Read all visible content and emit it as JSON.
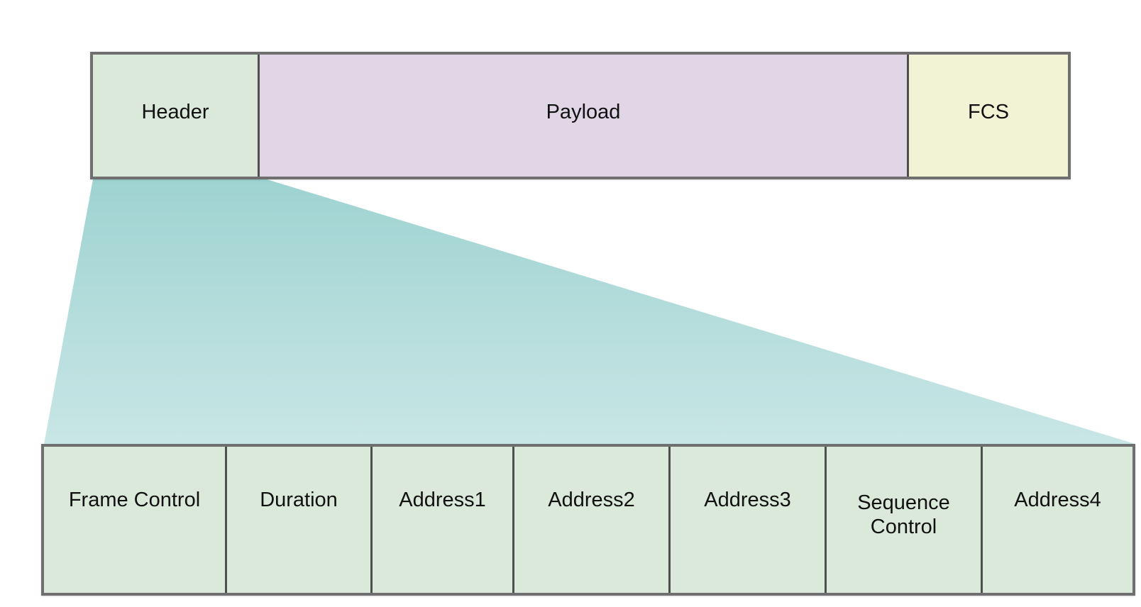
{
  "frame": {
    "fields": [
      {
        "label": "Header",
        "color": "#dbe9da"
      },
      {
        "label": "Payload",
        "color": "#e1d6e6"
      },
      {
        "label": "FCS",
        "color": "#f2f3d4"
      }
    ]
  },
  "header_fields": {
    "color": "#dbe9da",
    "items": [
      {
        "label": "Frame Control"
      },
      {
        "label": "Duration"
      },
      {
        "label": "Address1"
      },
      {
        "label": "Address2"
      },
      {
        "label": "Address3"
      },
      {
        "label": "Sequence Control"
      },
      {
        "label": "Address4"
      }
    ]
  },
  "expansion": {
    "color_top": "#9ed3d1",
    "color_bottom": "#c9e6e6"
  }
}
